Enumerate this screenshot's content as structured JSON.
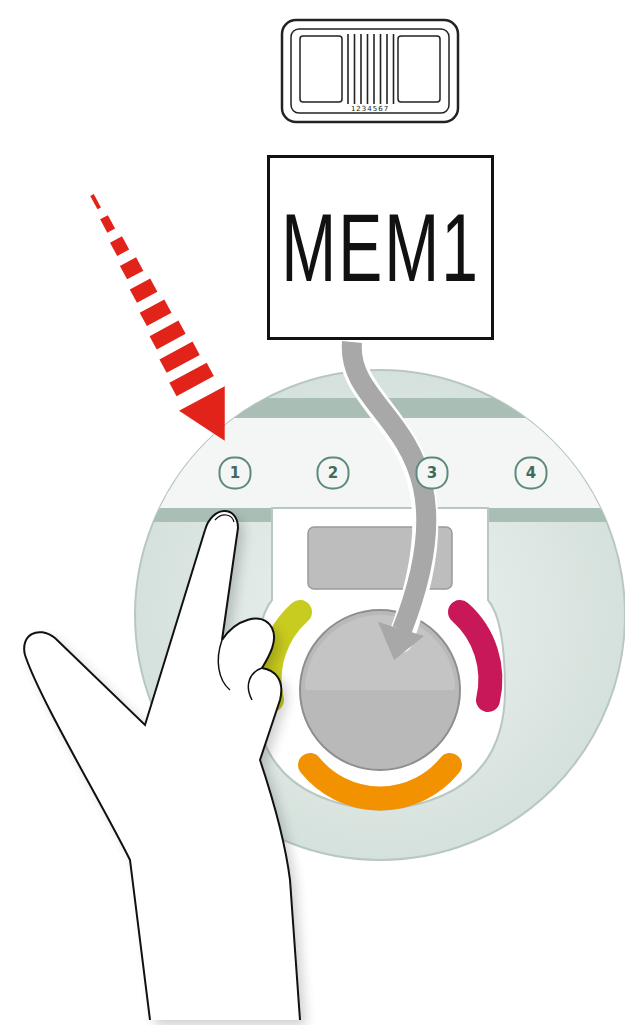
{
  "diagram": {
    "nodes": [
      {
        "text": [
          "MEM1"
        ]
      },
      {
        "text": [
          "1"
        ]
      },
      {
        "text": [
          "2"
        ]
      },
      {
        "text": [
          "3"
        ]
      },
      {
        "text": [
          "4"
        ]
      }
    ],
    "labels": [
      "1234567"
    ]
  }
}
